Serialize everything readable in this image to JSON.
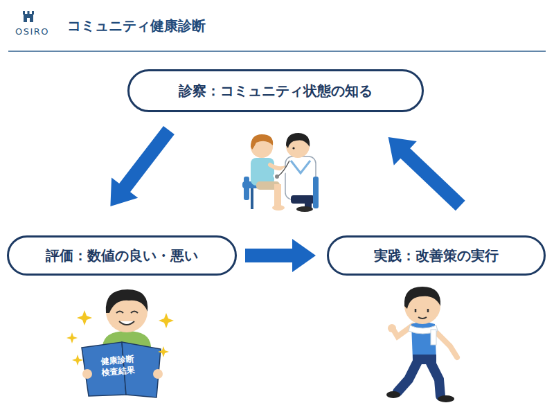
{
  "diagram": {
    "title": "コミュニティ健康診断",
    "nodes": [
      {
        "text": [
          "診察：コミュニティ状態の知る"
        ]
      },
      {
        "text": [
          "評価：数値の良い・悪い"
        ]
      },
      {
        "text": [
          "実践：改善策の実行"
        ]
      }
    ],
    "edges": [
      {
        "from": 0,
        "to": 1,
        "arrow": "to"
      },
      {
        "from": 1,
        "to": 2,
        "arrow": "to"
      },
      {
        "from": 2,
        "to": 0,
        "arrow": "to"
      }
    ],
    "labels": [
      "OSIRO",
      "健康診断 検査結果"
    ]
  }
}
